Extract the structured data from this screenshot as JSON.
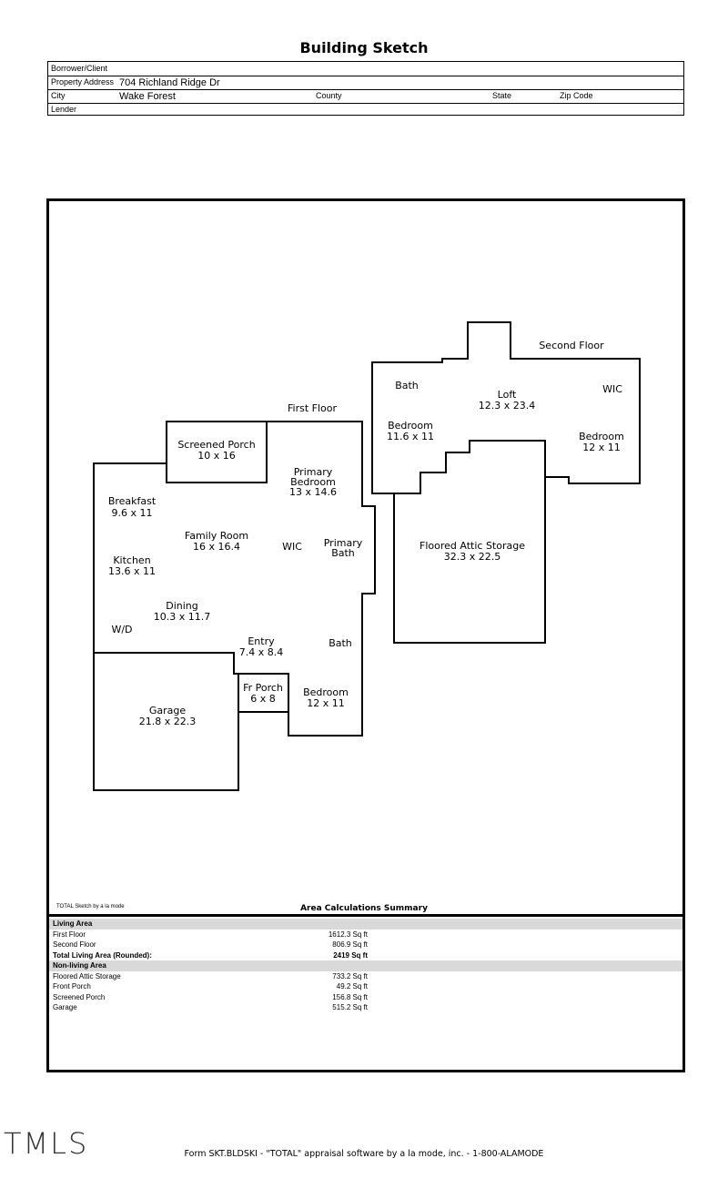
{
  "header": {
    "title": "Building Sketch",
    "borrower_label": "Borrower/Client",
    "address_label": "Property Address",
    "address_value": "704 Richland Ridge Dr",
    "city_label": "City",
    "city_value": "Wake Forest",
    "county_label": "County",
    "state_label": "State",
    "zip_label": "Zip Code",
    "lender_label": "Lender"
  },
  "sketch": {
    "first_floor_label": "First Floor",
    "second_floor_label": "Second Floor",
    "rooms": [
      {
        "name": "Screened Porch",
        "dims": "10 x 16"
      },
      {
        "name": "Primary Bedroom",
        "dims": "13 x 14.6"
      },
      {
        "name": "Breakfast",
        "dims": "9.6 x 11"
      },
      {
        "name": "Family Room",
        "dims": "16 x 16.4"
      },
      {
        "name": "WIC",
        "dims": ""
      },
      {
        "name": "Primary Bath",
        "dims": ""
      },
      {
        "name": "Kitchen",
        "dims": "13.6 x 11"
      },
      {
        "name": "Dining",
        "dims": "10.3 x 11.7"
      },
      {
        "name": "W/D",
        "dims": ""
      },
      {
        "name": "Entry",
        "dims": "7.4 x 8.4"
      },
      {
        "name": "Bath",
        "dims": ""
      },
      {
        "name": "Fr Porch",
        "dims": "6 x 8"
      },
      {
        "name": "Bedroom",
        "dims": "12 x 11"
      },
      {
        "name": "Garage",
        "dims": "21.8 x 22.3"
      },
      {
        "name": "Bath",
        "dims": ""
      },
      {
        "name": "Loft",
        "dims": "12.3 x 23.4"
      },
      {
        "name": "WIC",
        "dims": ""
      },
      {
        "name": "Bedroom",
        "dims": "11.6 x 11"
      },
      {
        "name": "Bedroom",
        "dims": "12 x 11"
      },
      {
        "name": "Floored Attic Storage",
        "dims": "32.3 x 22.5"
      }
    ]
  },
  "summary": {
    "credit": "TOTAL Sketch by a la mode",
    "title": "Area Calculations Summary",
    "rows": [
      {
        "label": "Living Area",
        "value": "",
        "style": "head"
      },
      {
        "label": "First Floor",
        "value": "1612.3 Sq ft",
        "style": ""
      },
      {
        "label": "Second Floor",
        "value": "806.9 Sq ft",
        "style": ""
      },
      {
        "label": "Total Living Area (Rounded):",
        "value": "2419 Sq ft",
        "style": "bold"
      },
      {
        "label": "Non-living Area",
        "value": "",
        "style": "head"
      },
      {
        "label": "Floored Attic Storage",
        "value": "733.2 Sq ft",
        "style": ""
      },
      {
        "label": "Front Porch",
        "value": "49.2 Sq ft",
        "style": ""
      },
      {
        "label": "Screened Porch",
        "value": "156.8 Sq ft",
        "style": ""
      },
      {
        "label": "Garage",
        "value": "515.2 Sq ft",
        "style": ""
      }
    ]
  },
  "logo": "TMLS",
  "footer": "Form SKT.BLDSKI - \"TOTAL\" appraisal software by a la mode, inc. - 1-800-ALAMODE"
}
